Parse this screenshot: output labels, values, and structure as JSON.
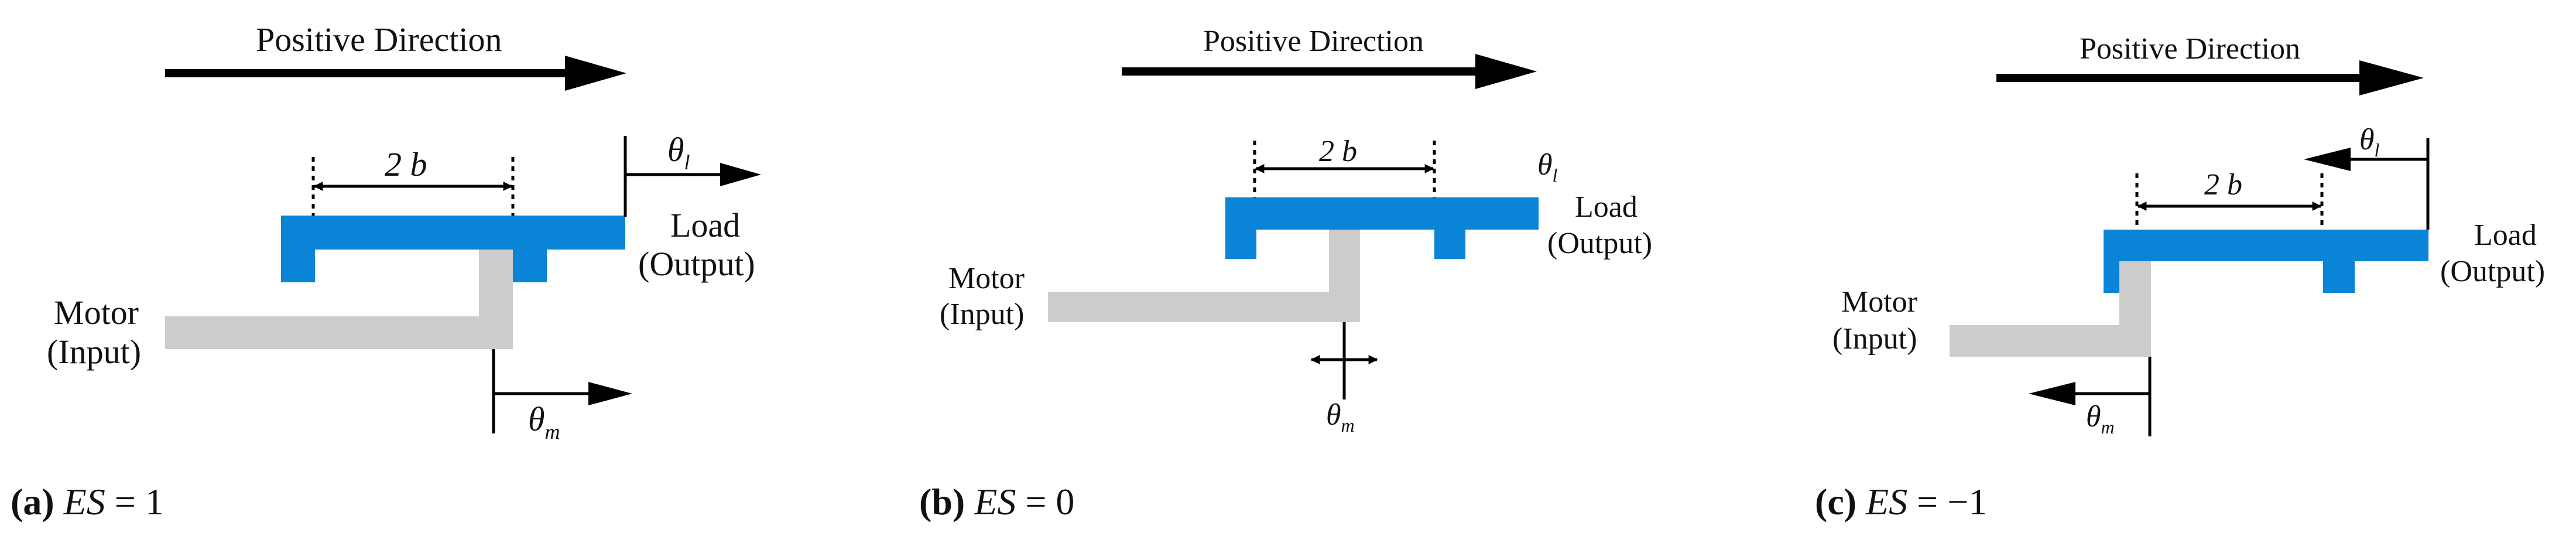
{
  "colors": {
    "load": "#0a84d6",
    "motor": "#cccccc",
    "stroke": "#000000"
  },
  "panels": [
    {
      "id": "a",
      "direction_label": "Positive Direction",
      "dimension_label": "2 b",
      "load_label": "Load",
      "load_sub": "(Output)",
      "motor_label": "Motor",
      "motor_sub": "(Input)",
      "theta_l": "θ",
      "theta_l_sub": "l",
      "theta_m": "θ",
      "theta_m_sub": "m",
      "caption_letter": "(a)",
      "caption_var": "ES",
      "caption_eq": " = 1"
    },
    {
      "id": "b",
      "direction_label": "Positive Direction",
      "dimension_label": "2 b",
      "load_label": "Load",
      "load_sub": "(Output)",
      "motor_label": "Motor",
      "motor_sub": "(Input)",
      "theta_l": "θ",
      "theta_l_sub": "l",
      "theta_m": "θ",
      "theta_m_sub": "m",
      "caption_letter": "(b)",
      "caption_var": "ES",
      "caption_eq": " = 0"
    },
    {
      "id": "c",
      "direction_label": "Positive Direction",
      "dimension_label": "2 b",
      "load_label": "Load",
      "load_sub": "(Output)",
      "motor_label": "Motor",
      "motor_sub": "(Input)",
      "theta_l": "θ",
      "theta_l_sub": "l",
      "theta_m": "θ",
      "theta_m_sub": "m",
      "caption_letter": "(c)",
      "caption_var": "ES",
      "caption_eq": " = −1"
    }
  ]
}
